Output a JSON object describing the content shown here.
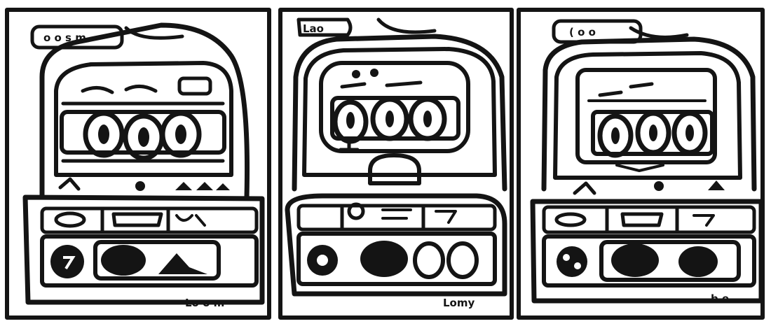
{
  "colors": {
    "ink": "#141414",
    "paper": "#ffffff",
    "panel_fill": "#f1f1f1",
    "dark_fill": "#1c1c1c"
  },
  "panels": [
    {
      "name": "panel-left",
      "top_label": "o o s m",
      "bottom_label": "Lo o m",
      "icons": [
        "slot-machine-icon",
        "reel-icon",
        "knob-icon",
        "coin-slot-icon"
      ]
    },
    {
      "name": "panel-middle",
      "top_label": "Lao",
      "bottom_label": "Lomy",
      "icons": [
        "slot-machine-icon",
        "reel-icon",
        "knob-icon",
        "coin-slot-icon"
      ]
    },
    {
      "name": "panel-right",
      "top_label": "( o o",
      "bottom_label": "b e",
      "icons": [
        "slot-machine-icon",
        "reel-icon",
        "knob-icon",
        "coin-slot-icon"
      ]
    }
  ]
}
